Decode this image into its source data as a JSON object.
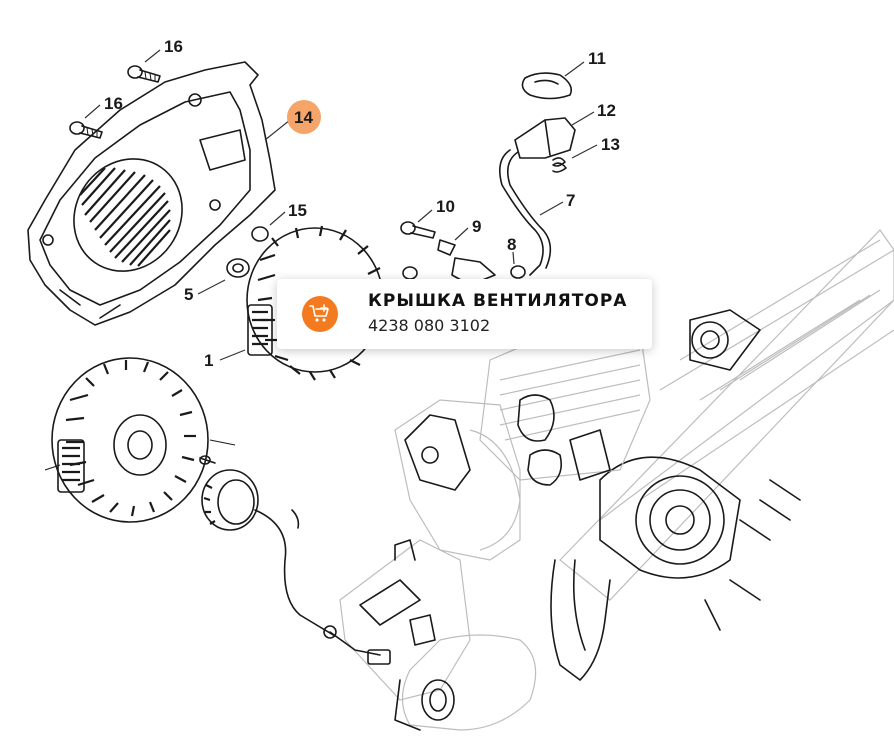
{
  "callouts": [
    {
      "id": "c16a",
      "label": "16"
    },
    {
      "id": "c16b",
      "label": "16"
    },
    {
      "id": "c14",
      "label": "14"
    },
    {
      "id": "c15",
      "label": "15"
    },
    {
      "id": "c5",
      "label": "5"
    },
    {
      "id": "c1",
      "label": "1"
    },
    {
      "id": "c10",
      "label": "10"
    },
    {
      "id": "c9",
      "label": "9"
    },
    {
      "id": "c8",
      "label": "8"
    },
    {
      "id": "c7",
      "label": "7"
    },
    {
      "id": "c11",
      "label": "11"
    },
    {
      "id": "c12",
      "label": "12"
    },
    {
      "id": "c13",
      "label": "13"
    }
  ],
  "highlight": {
    "part": "14",
    "color": "#f5a46a"
  },
  "tooltip": {
    "title": "КРЫШКА ВЕНТИЛЯТОРА",
    "part_number": "4238 080 3102",
    "icon": "add-to-cart-icon",
    "accent": "#f37a1f"
  }
}
